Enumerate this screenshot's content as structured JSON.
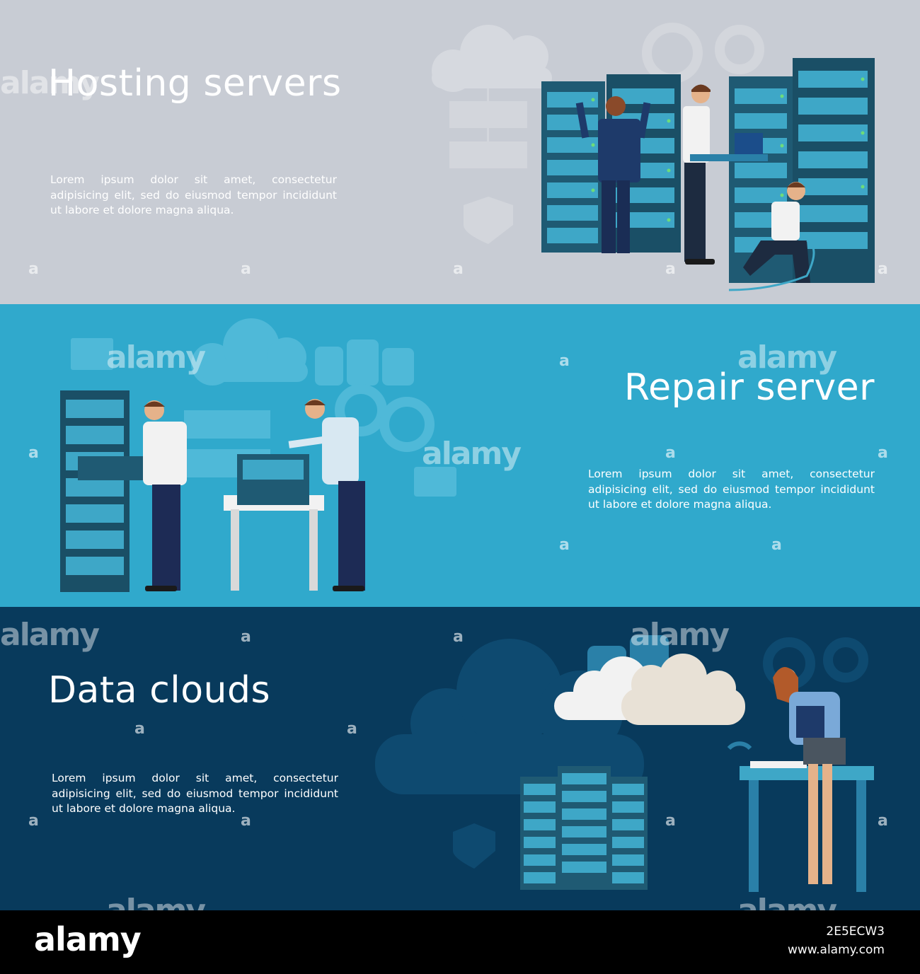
{
  "banners": [
    {
      "title": "Hosting servers",
      "text_lines": [
        "Lorem ipsum dolor sit amet, consectetur",
        "adipisicing elit, sed do eiusmod tempor incididunt",
        "ut labore et dolore magna aliqua."
      ]
    },
    {
      "title": "Repair server",
      "text_lines": [
        "Lorem ipsum dolor sit amet, consectetur",
        "adipisicing elit, sed do eiusmod tempor incididunt",
        "ut labore et dolore magna aliqua."
      ]
    },
    {
      "title": "Data clouds",
      "text_lines": [
        "Lorem ipsum dolor sit amet, consectetur",
        "adipisicing elit, sed do eiusmod tempor incididunt",
        "ut labore et dolore magna aliqua."
      ]
    }
  ],
  "watermark": {
    "brand": "alamy",
    "mark": "a",
    "image_id": "2E5ECW3",
    "url": "www.alamy.com"
  },
  "colors": {
    "banner1_bg": "#c8ccd4",
    "banner2_bg": "#30a9cc",
    "banner3_bg": "#083a5c",
    "server_dark": "#1f5a73",
    "server_slot": "#3ea7c7",
    "led_green": "#6ddc7a"
  }
}
